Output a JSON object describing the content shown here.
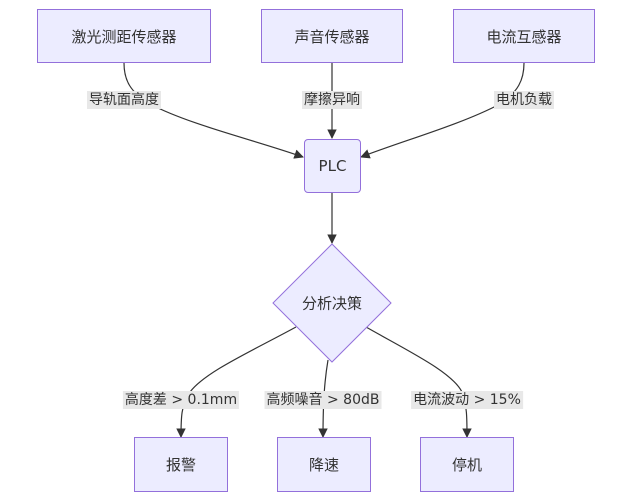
{
  "diagram": {
    "nodes": {
      "laser_sensor": "激光测距传感器",
      "sound_sensor": "声音传感器",
      "current_sensor": "电流互感器",
      "plc": "PLC",
      "decision": "分析决策",
      "alarm": "报警",
      "slow_down": "降速",
      "stop": "停机"
    },
    "edges": {
      "laser_to_plc": "导轨面高度",
      "sound_to_plc": "摩擦异响",
      "current_to_plc": "电机负载",
      "decision_to_alarm": "高度差 > 0.1mm",
      "decision_to_slow": "高频噪音 > 80dB",
      "decision_to_stop": "电流波动 > 15%"
    },
    "colors": {
      "node_fill": "#ececff",
      "node_border": "#9370db",
      "edge_line": "#333333",
      "label_bg": "#e8e8e8"
    }
  }
}
